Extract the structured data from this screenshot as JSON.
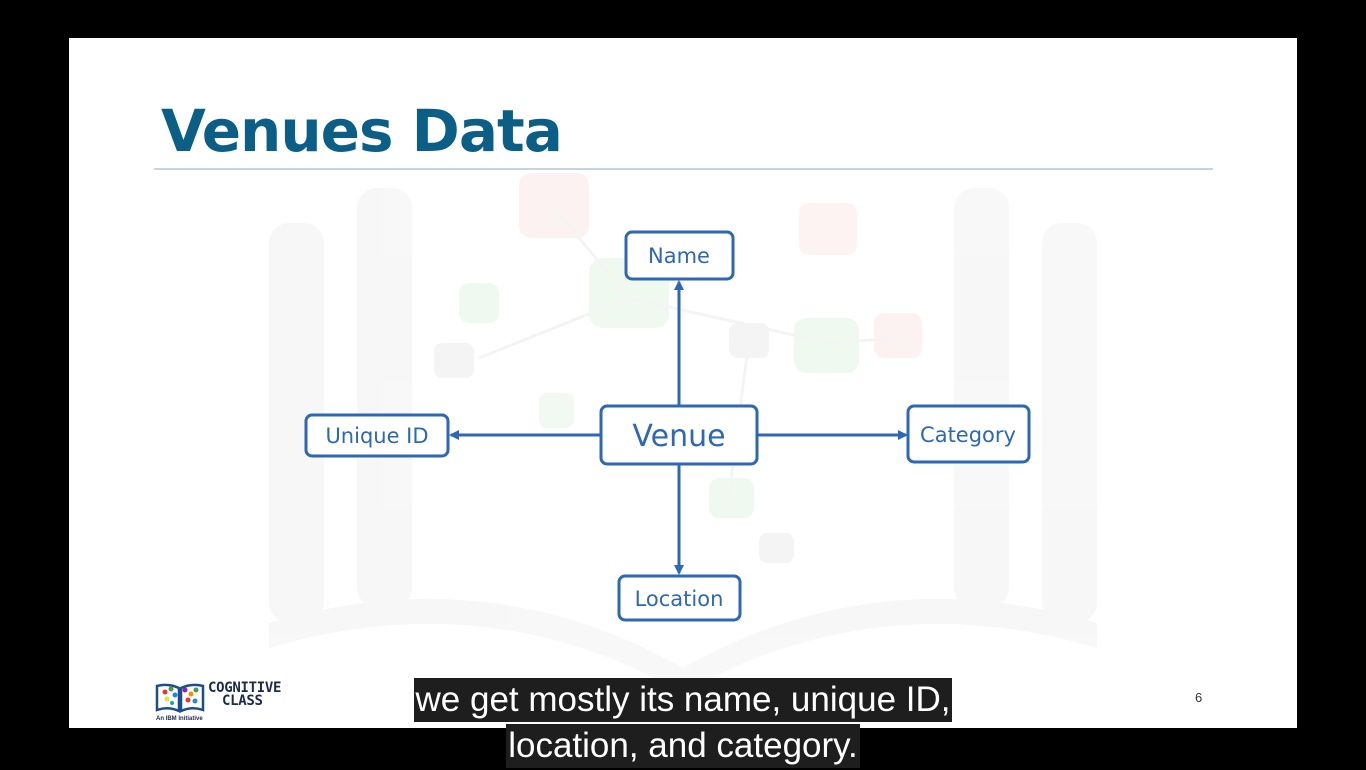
{
  "slide": {
    "title": "Venues Data",
    "page_number": "6"
  },
  "diagram": {
    "center": "Venue",
    "nodes": {
      "top": "Name",
      "left": "Unique ID",
      "right": "Category",
      "bottom": "Location"
    },
    "edges": [
      {
        "from": "Venue",
        "to": "Name"
      },
      {
        "from": "Venue",
        "to": "Unique ID"
      },
      {
        "from": "Venue",
        "to": "Category"
      },
      {
        "from": "Venue",
        "to": "Location"
      }
    ],
    "colors": {
      "stroke": "#2e67b5",
      "text": "#2e67b5",
      "title": "#0b5e86"
    }
  },
  "logo": {
    "line1": "COGNITIVE",
    "line2": "CLASS",
    "tagline": "An IBM Initiative",
    "icon": "open-book-icon"
  },
  "captions": [
    "we get mostly its name, unique ID,",
    "location, and category."
  ]
}
